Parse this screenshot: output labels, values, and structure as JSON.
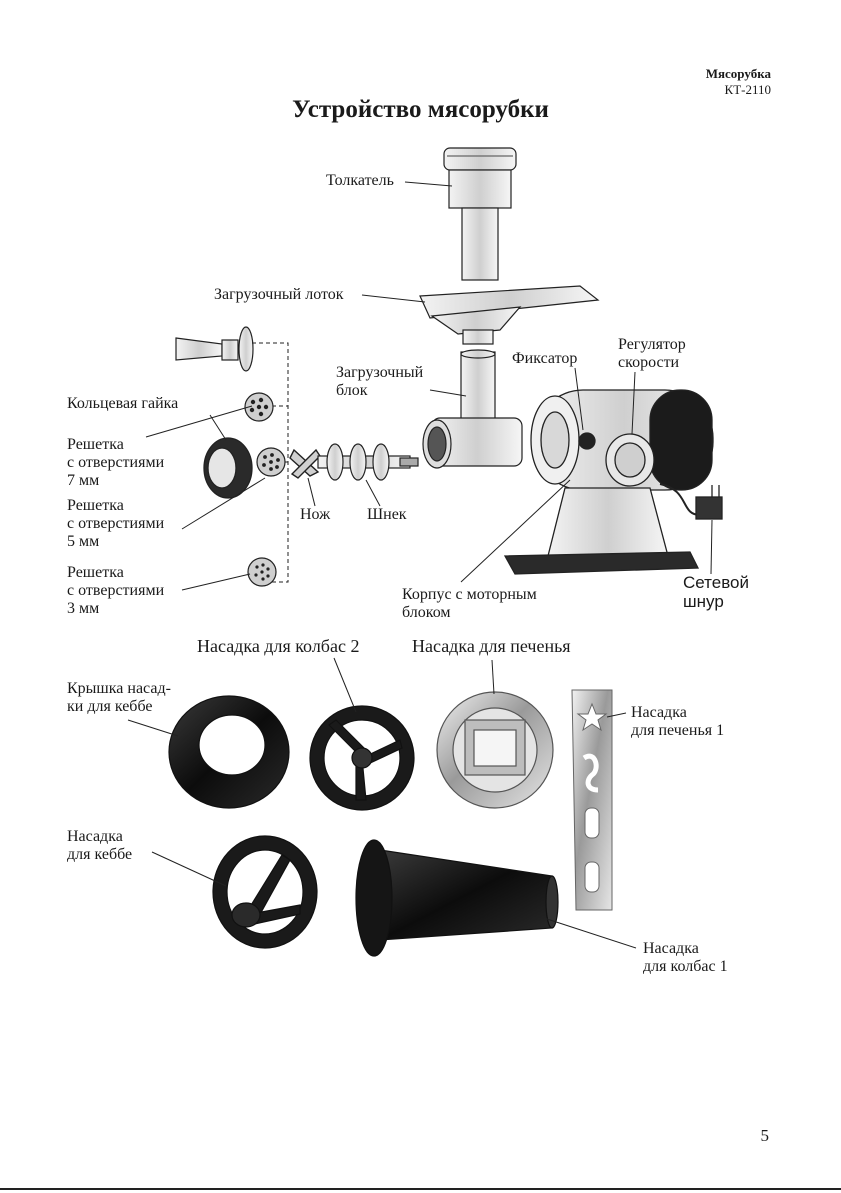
{
  "header": {
    "product": "Мясорубка",
    "model": "КТ-2110"
  },
  "title": "Устройство мясорубки",
  "labels": {
    "pusher": "Толкатель",
    "tray": "Загрузочный лоток",
    "feed_block": "Загрузочный\nблок",
    "latch": "Фиксатор",
    "speed_regulator": "Регулятор\nскорости",
    "ring_nut": "Кольцевая гайка",
    "grid_7": "Решетка\nс отверстиями\n7 мм",
    "grid_5": "Решетка\nс отверстиями\n5 мм",
    "grid_3": "Решетка\nс отверстиями\n3 мм",
    "knife": "Нож",
    "auger": "Шнек",
    "body": "Корпус с моторным\nблоком",
    "power_cord": "Сетевой\nшнур",
    "sausage_2": "Насадка для колбас 2",
    "cookie": "Насадка для печенья",
    "kebbe_cap": "Крышка насад-\nки для кеббе",
    "cookie_1": "Насадка\nдля печенья 1",
    "kebbe": "Насадка\nдля кеббе",
    "sausage_1": "Насадка\nдля колбас 1"
  },
  "page_number": "5"
}
